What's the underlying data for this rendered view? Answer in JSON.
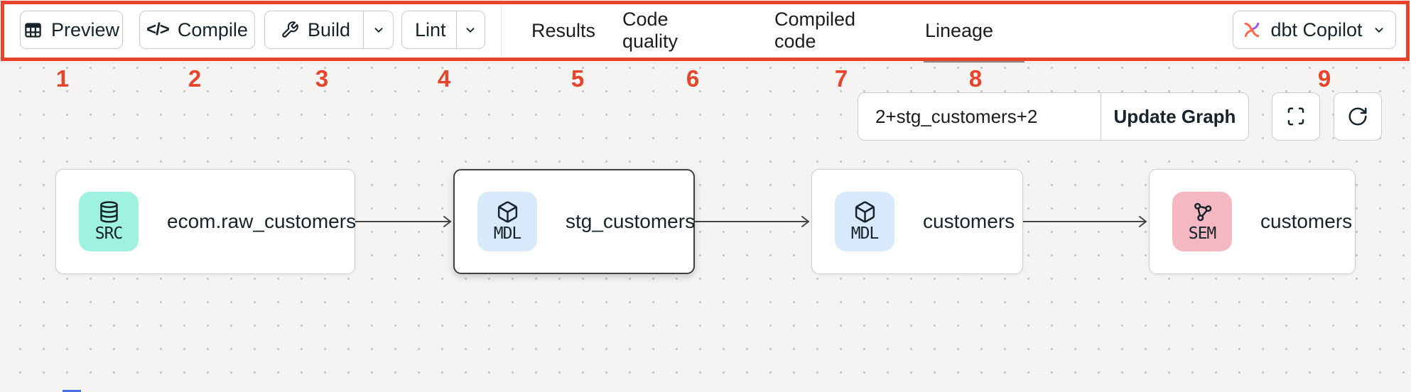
{
  "colors": {
    "annotation_red": "#E8432B",
    "src_badge": "#9FF2E1",
    "mdl_badge": "#D8E9FC",
    "sem_badge": "#F5B8C3",
    "active_tab_underline": "#8F8A88",
    "selected_node_border": "#3F3F3F",
    "dbt_orange": "#FF694A",
    "dbt_purple": "#9B57F2"
  },
  "toolbar": {
    "preview_label": "Preview",
    "compile_label": "Compile",
    "compile_icon_glyph": "</>",
    "build_label": "Build",
    "lint_label": "Lint",
    "tabs": [
      {
        "label": "Results",
        "active": false
      },
      {
        "label": "Code quality",
        "active": false
      },
      {
        "label": "Compiled code",
        "active": false
      },
      {
        "label": "Lineage",
        "active": true
      }
    ],
    "copilot_label": "dbt Copilot"
  },
  "annotations": {
    "numbers": [
      "1",
      "2",
      "3",
      "4",
      "5",
      "6",
      "7",
      "8",
      "9"
    ]
  },
  "lineage_controls": {
    "selector_value": "2+stg_customers+2",
    "update_button_label": "Update Graph"
  },
  "graph": {
    "nodes": [
      {
        "badge": "SRC",
        "label": "ecom.raw_customers",
        "icon": "database-icon",
        "selected": false
      },
      {
        "badge": "MDL",
        "label": "stg_customers",
        "icon": "cube-icon",
        "selected": true
      },
      {
        "badge": "MDL",
        "label": "customers",
        "icon": "cube-icon",
        "selected": false
      },
      {
        "badge": "SEM",
        "label": "customers",
        "icon": "semantic-model-icon",
        "selected": false
      }
    ]
  }
}
